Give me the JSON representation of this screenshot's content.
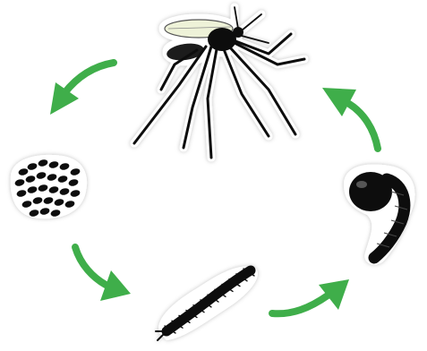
{
  "diagram": {
    "kind": "life-cycle",
    "stages": [
      {
        "id": "adult",
        "icon": "adult-mosquito-icon"
      },
      {
        "id": "eggs",
        "icon": "egg-cluster-icon"
      },
      {
        "id": "larva",
        "icon": "larva-icon"
      },
      {
        "id": "pupa",
        "icon": "pupa-icon"
      }
    ],
    "arrow_direction": "counter-clockwise",
    "colors": {
      "arrow": "#3fae4a",
      "figure": "#111111",
      "wing": "#eef2d8",
      "sticker_outline": "#ffffff"
    }
  }
}
